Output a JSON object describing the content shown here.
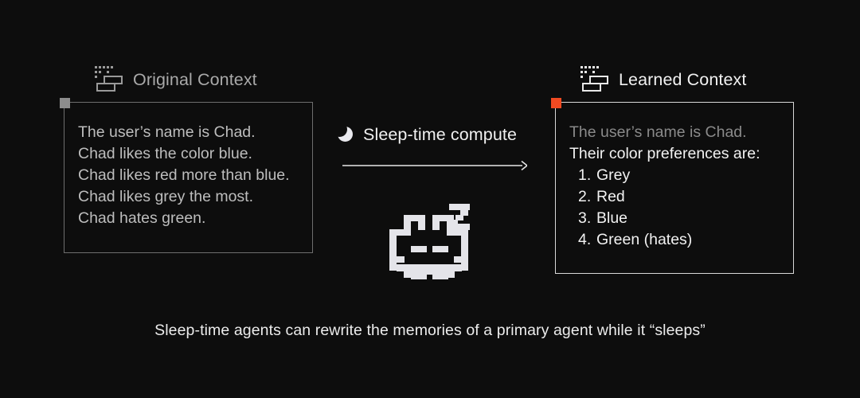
{
  "background_color": "#0d0d0d",
  "panels": {
    "left": {
      "header": {
        "icon": "memory-blocks-icon",
        "title": "Original Context"
      },
      "marker_color": "#8c8c8c",
      "border_color": "#6e6e6e",
      "lines": [
        "The user’s name is Chad.",
        "Chad likes the color blue.",
        "Chad likes red more than blue.",
        "Chad likes grey the most.",
        "Chad hates green."
      ]
    },
    "right": {
      "header": {
        "icon": "memory-blocks-icon",
        "title": "Learned Context"
      },
      "marker_color": "#f04a22",
      "border_color": "#d8d8d8",
      "dim_line": "The user’s name is Chad.",
      "bright_line": "Their color preferences are:",
      "list": [
        {
          "num": "1.",
          "label": "Grey"
        },
        {
          "num": "2.",
          "label": "Red"
        },
        {
          "num": "3.",
          "label": "Blue"
        },
        {
          "num": "4.",
          "label": "Green (hates)"
        }
      ]
    }
  },
  "middle": {
    "moon_icon": "crescent-moon-icon",
    "label": "Sleep-time compute",
    "arrow_icon": "right-arrow-icon",
    "sleeper_icon": "sleeping-pixel-robot-icon",
    "sleeper_z": "Z"
  },
  "caption": "Sleep-time agents can rewrite the memories of a primary agent while it “sleeps”"
}
